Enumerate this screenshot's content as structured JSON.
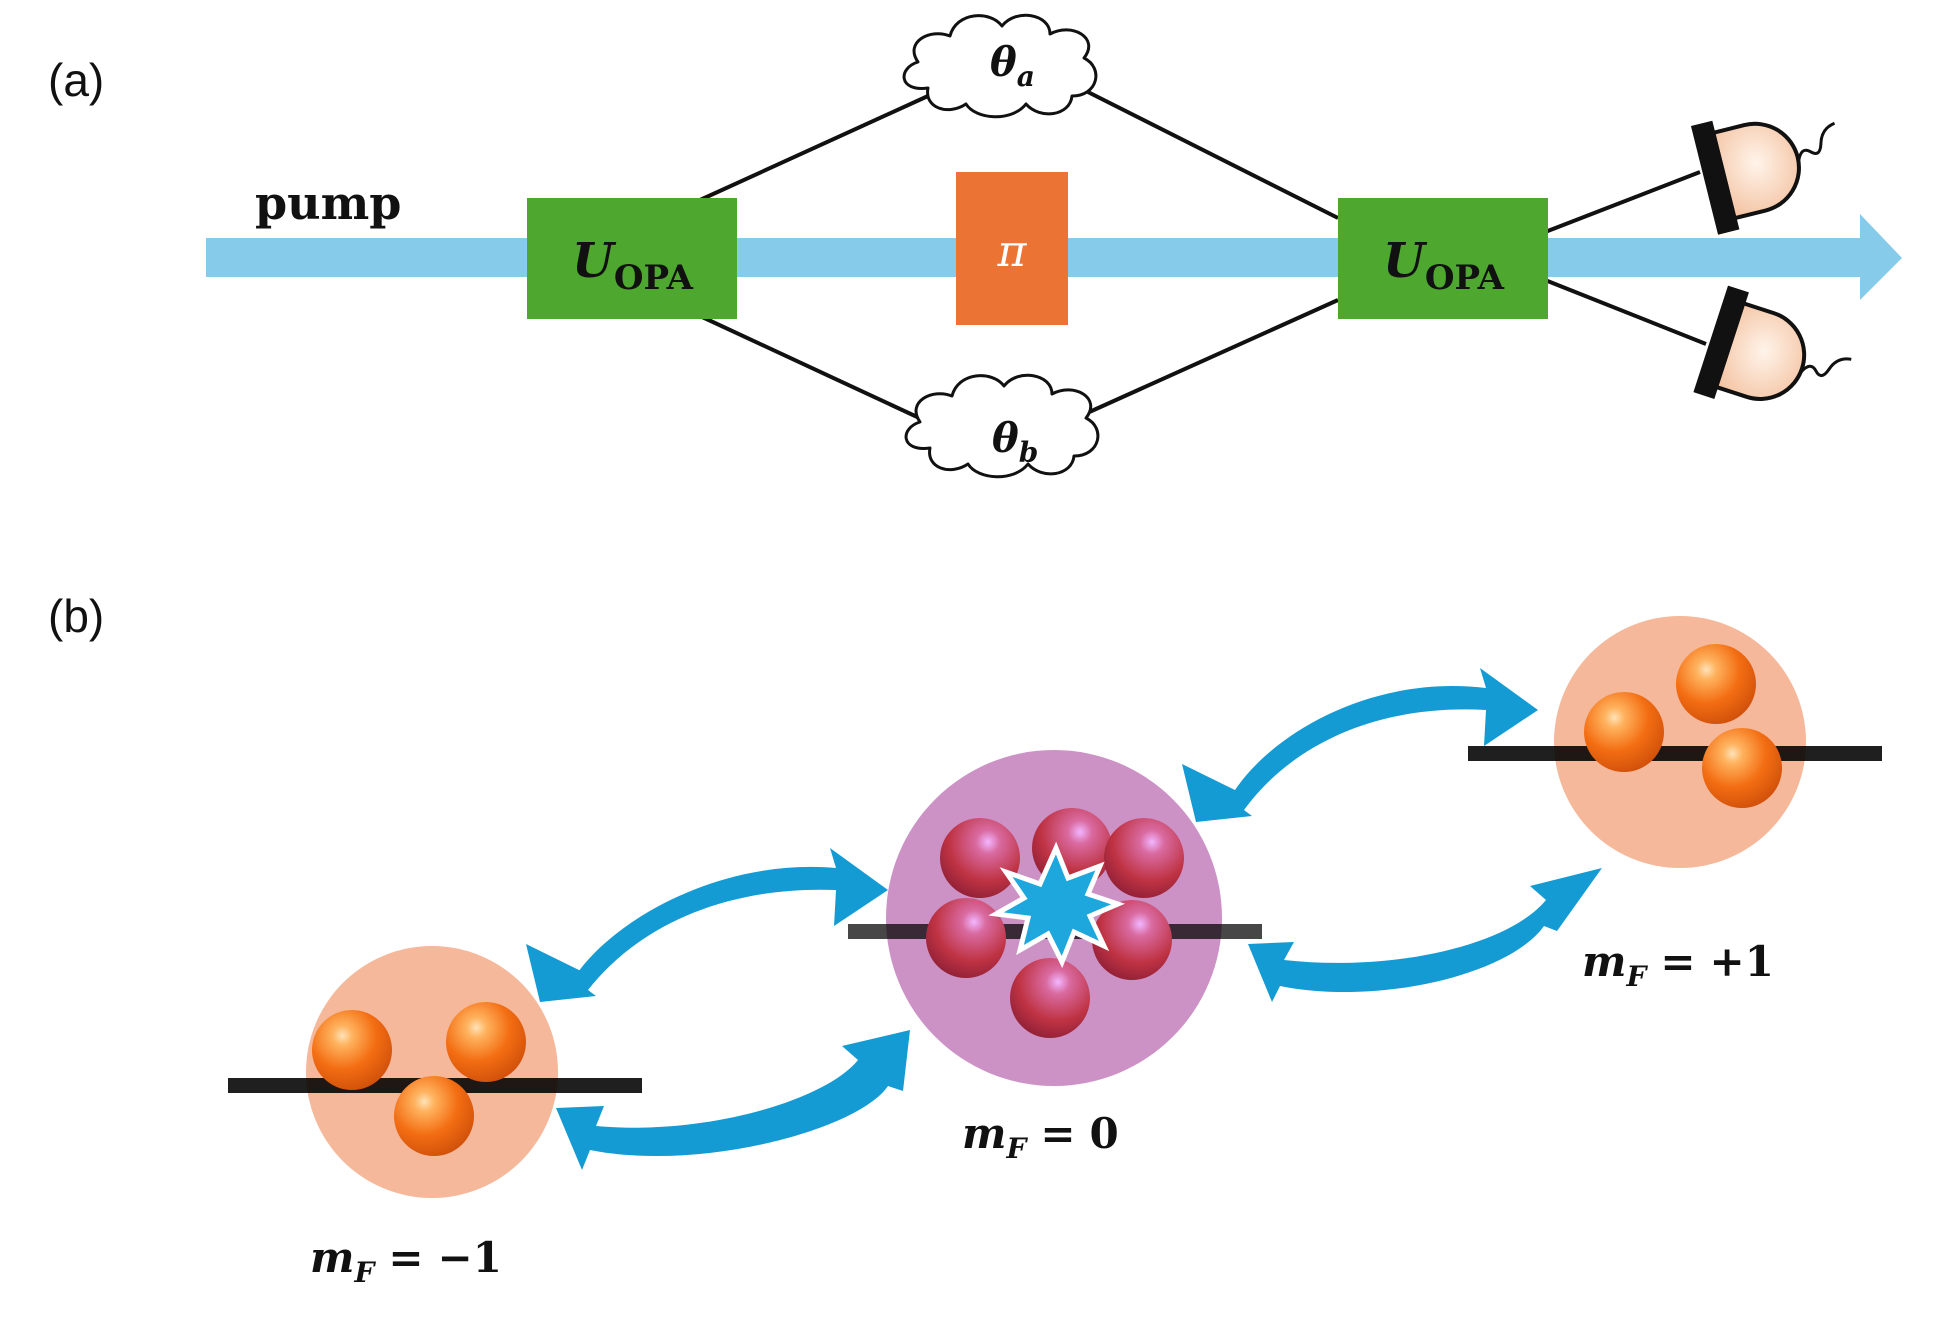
{
  "panel_a": {
    "label": "(a)",
    "pump_label": "pump",
    "opa_symbol": "U",
    "opa_subscript": "OPA",
    "phase_symbol": "π",
    "theta_symbol": "θ",
    "theta_a_sub": "a",
    "theta_b_sub": "b",
    "colors": {
      "pump_beam": "#87cbeb",
      "opa_box": "#4ea72e",
      "phase_box": "#eb7333",
      "phase_text": "#ffffff",
      "detector_body": "#f6c6a8",
      "detector_plate": "#111111"
    },
    "icons": [
      "cloud-icon",
      "detector-icon",
      "arrow-head-icon"
    ]
  },
  "panel_b": {
    "label": "(b)",
    "m_symbol": "m",
    "m_subscript": "F",
    "states": [
      {
        "equals": "=",
        "value": "−1"
      },
      {
        "equals": "=",
        "value": "0"
      },
      {
        "equals": "=",
        "value": "+1"
      }
    ],
    "colors": {
      "side_cloud": "#f5b89a",
      "center_cloud": "#cc92c6",
      "arrow": "#149bd4",
      "level_line": "#000000",
      "side_atom": "#f07a1e",
      "center_atom": "#c43a52",
      "burst": "#1ea7dd"
    },
    "icons": [
      "atom-icon",
      "burst-icon",
      "double-arrow-icon"
    ]
  }
}
